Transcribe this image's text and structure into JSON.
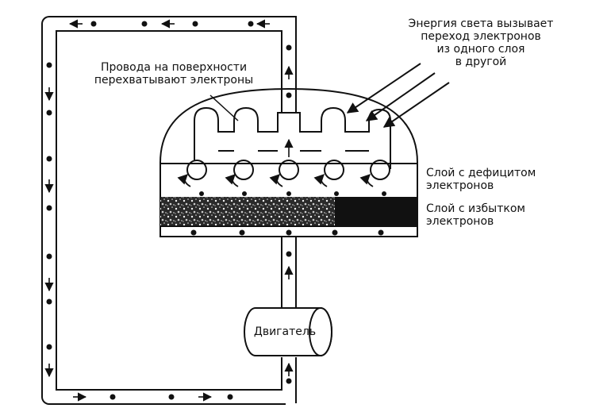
{
  "labels": {
    "light": "Энергия света вызывает\nпереход электронов\nиз одного слоя\nв другой",
    "wires": "Провода на поверхности\nперехватывают электроны",
    "deficit_layer": "Слой  с дефицитом\nэлектронов",
    "excess_layer": "Слой  с избытком\nэлектронов",
    "motor": "Двигатель"
  },
  "colors": {
    "ink": "#111111",
    "paper": "#ffffff"
  }
}
